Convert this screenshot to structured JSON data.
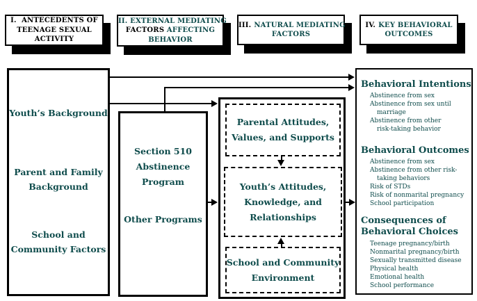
{
  "palette": {
    "teal": "#0f4c4c",
    "black": "#000000",
    "background": "#ffffff"
  },
  "headers": {
    "h1": {
      "l1": "I.  ANTECEDENTS OF",
      "l2": "TEENAGE SEXUAL",
      "l3": "ACTIVITY"
    },
    "h2": {
      "l1": "II. EXTERNAL MEDIATING",
      "l2_black": "FACTORS",
      "l2_teal": " AFFECTING",
      "l3": "BEHAVIOR"
    },
    "h3": {
      "num": "III.",
      "l1": "NATURAL MEDIATING",
      "l2": "FACTORS"
    },
    "h4": {
      "num": "IV.",
      "l1": "KEY BEHAVIORAL",
      "l2": "OUTCOMES"
    }
  },
  "antecedents_box": {
    "item1": "Youth’s Background",
    "item2_l1": "Parent and Family",
    "item2_l2": "Background",
    "item3_l1": "School and",
    "item3_l2": "Community Factors"
  },
  "programs_box": {
    "item1_l1": "Section 510",
    "item1_l2": "Abstinence",
    "item1_l3": "Program",
    "item2": "Other Programs"
  },
  "natural_box": {
    "box1_l1": "Parental Attitudes,",
    "box1_l2": "Values, and Supports",
    "box2_l1": "Youth’s Attitudes,",
    "box2_l2": "Knowledge, and",
    "box2_l3": "Relationships",
    "box3_l1": "School and Community",
    "box3_l2": "Environment"
  },
  "outcomes_box": {
    "section1": {
      "heading": "Behavioral Intentions",
      "lines": [
        {
          "text": "Abstinence from sex",
          "cont": false
        },
        {
          "text": "Abstinence from sex until",
          "cont": false
        },
        {
          "text": "marriage",
          "cont": true
        },
        {
          "text": "Abstinence from other",
          "cont": false
        },
        {
          "text": "risk-taking behavior",
          "cont": true
        }
      ]
    },
    "section2": {
      "heading": "Behavioral Outcomes",
      "lines": [
        {
          "text": "Abstinence from sex",
          "cont": false
        },
        {
          "text": "Abstinence from other risk-",
          "cont": false
        },
        {
          "text": "taking behaviors",
          "cont": true
        },
        {
          "text": "Risk of STDs",
          "cont": false
        },
        {
          "text": "Risk of nonmarital pregnancy",
          "cont": false
        },
        {
          "text": "School participation",
          "cont": false
        }
      ]
    },
    "section3": {
      "heading_l1": "Consequences of",
      "heading_l2": "Behavioral Choices",
      "lines": [
        {
          "text": "Teenage pregnancy/birth",
          "cont": false
        },
        {
          "text": "Nonmarital pregnancy/birth",
          "cont": false
        },
        {
          "text": "Sexually transmitted disease",
          "cont": false
        },
        {
          "text": "Physical health",
          "cont": false
        },
        {
          "text": "Emotional health",
          "cont": false
        },
        {
          "text": "School performance",
          "cont": false
        }
      ]
    }
  }
}
